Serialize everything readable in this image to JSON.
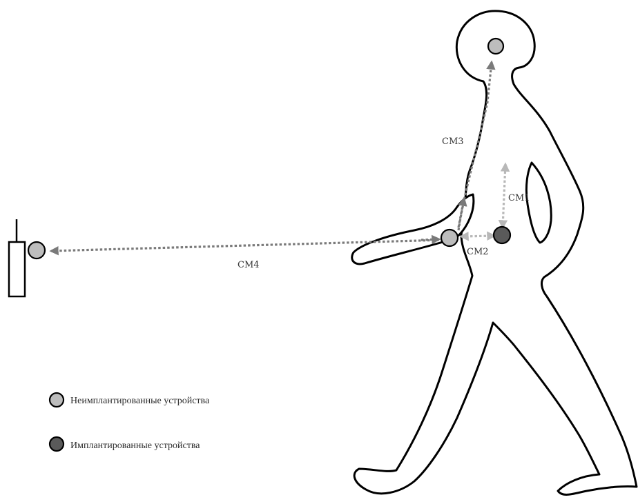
{
  "colors": {
    "non_implanted": "#bdbdbd",
    "implanted": "#5a5a5a",
    "link_dark": "#7a7a7a",
    "link_light": "#b8b8b8",
    "outline": "#000000"
  },
  "links": {
    "cm1": "CM1",
    "cm2": "CM2",
    "cm3": "CM3",
    "cm4": "CM4"
  },
  "legend": {
    "non_implanted_label": "Неимплантированные устройства",
    "implanted_label": "Имплантированные устройства"
  }
}
